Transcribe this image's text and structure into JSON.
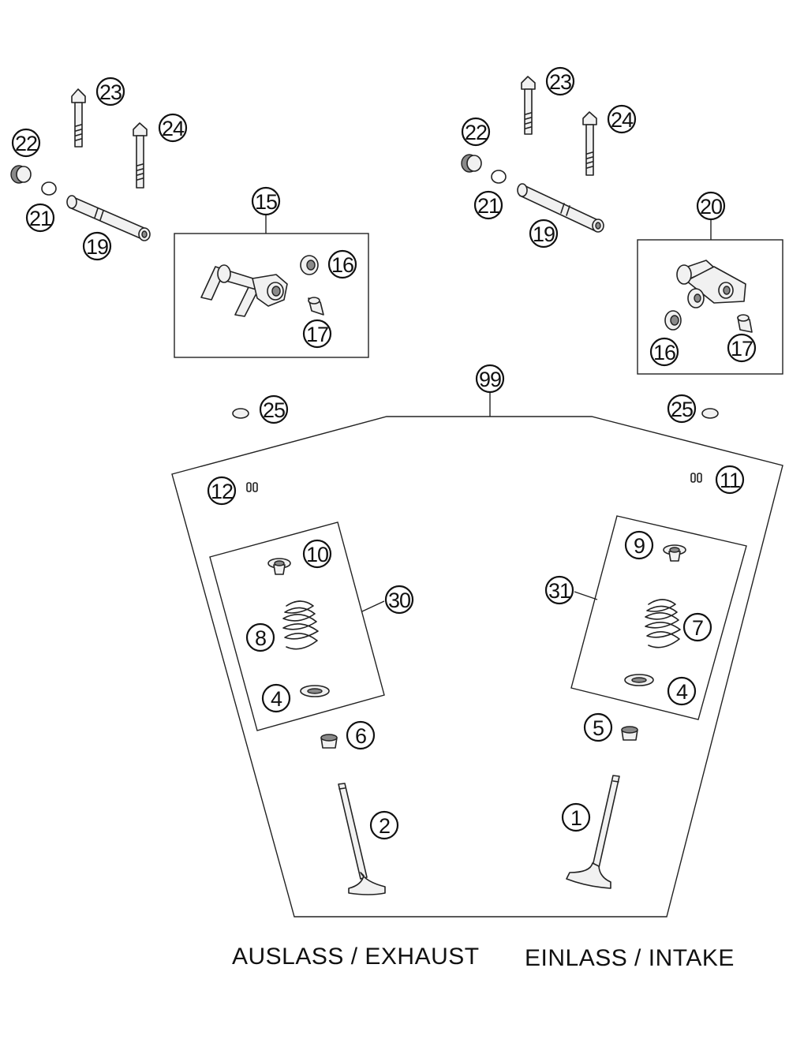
{
  "callouts": {
    "c23_left": "23",
    "c24_left": "24",
    "c22_left": "22",
    "c21_left": "21",
    "c19_left": "19",
    "c15": "15",
    "c16_left": "16",
    "c17_left": "17",
    "c23_right": "23",
    "c24_right": "24",
    "c22_right": "22",
    "c21_right": "21",
    "c19_right": "19",
    "c20": "20",
    "c16_right": "16",
    "c17_right": "17",
    "c99": "99",
    "c25_left": "25",
    "c25_right": "25",
    "c12": "12",
    "c11": "11",
    "c10": "10",
    "c30": "30",
    "c8": "8",
    "c4_left": "4",
    "c6": "6",
    "c9": "9",
    "c31": "31",
    "c7": "7",
    "c4_right": "4",
    "c5": "5",
    "c2": "2",
    "c1": "1"
  },
  "captions": {
    "exhaust": "AUSLASS / EXHAUST",
    "intake": "EINLASS / INTAKE"
  }
}
